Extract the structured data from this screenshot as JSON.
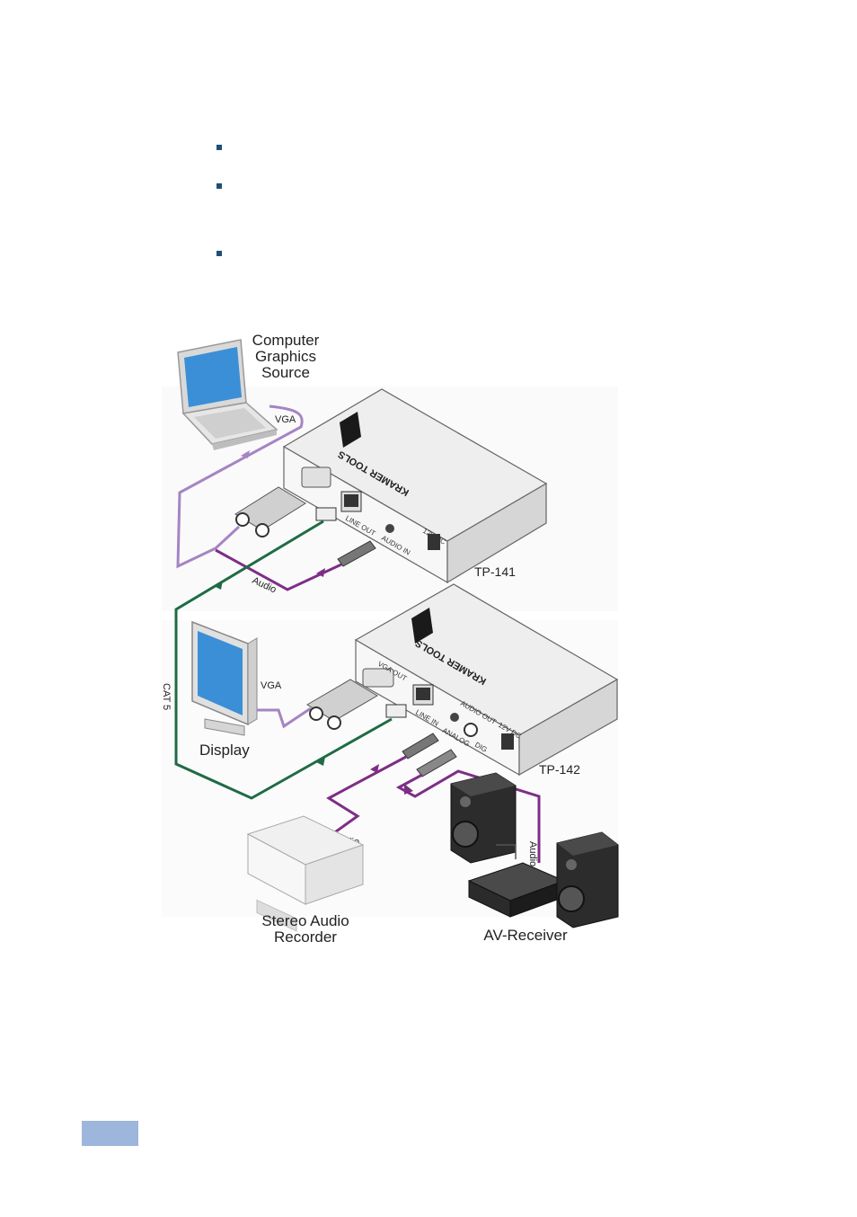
{
  "diagram": {
    "source": {
      "lines": [
        "Computer",
        "Graphics",
        "Source"
      ]
    },
    "display_label": "Display",
    "recorder": {
      "lines": [
        "Stereo Audio",
        "Recorder"
      ]
    },
    "receiver_label": "AV-Receiver",
    "tx_model": "TP-141",
    "rx_model": "TP-142",
    "cable_labels": {
      "vga_top": "VGA",
      "vga_display": "VGA",
      "audio_top": "Audio",
      "audio_recorder": "Audio",
      "audio_receiver": "Audio",
      "cat5": "CAT 5"
    },
    "brand_text": "KRAMER TOOLS",
    "port_labels": {
      "line_out": "LINE OUT",
      "audio_in": "AUDIO IN",
      "dc_12v": "12V DC",
      "vga_out": "VGA OUT",
      "line_in": "LINE IN",
      "audio_out": "AUDIO OUT",
      "analog": "ANALOG",
      "dig": "DIG",
      "dc_12v_rx": "12V DC"
    }
  },
  "colors": {
    "vga_cable": "#a584c4",
    "audio_cable": "#7d2e86",
    "cat5_cable": "#1f6b45",
    "device_body": "#f2f2f2",
    "page_tab": "#9db7dc",
    "bullet": "#1f4e79"
  }
}
